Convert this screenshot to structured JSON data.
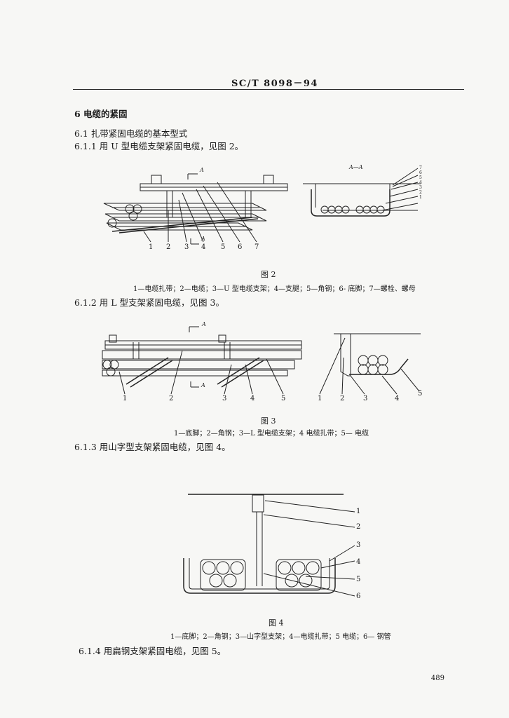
{
  "header": {
    "code": "SC/T 8098－94"
  },
  "section": {
    "title": "6  电缆的紧固",
    "sub_6_1": "6.1  扎带紧固电缆的基本型式",
    "p_6_1_1": "6.1.1  用 U 型电缆支架紧固电缆，见图 2。",
    "p_6_1_2": "6.1.2  用 L 型支架紧固电缆，见图 3。",
    "p_6_1_3": "6.1.3  用山字型支架紧固电缆，见图 4。",
    "p_6_1_4": "6.1.4  用扁钢支架紧固电缆，见图 5。"
  },
  "fig2": {
    "title": "图 2",
    "caption": "1—电缆扎带；2—电缆；3—U 型电缆支架；4—支腿；5—角钢；6- 底脚；7—螺栓、螺母",
    "section_mark": "A",
    "section_title": "A—A",
    "labels": [
      "1",
      "2",
      "3",
      "4",
      "5",
      "6",
      "7"
    ]
  },
  "fig3": {
    "title": "图 3",
    "caption": "1—底脚；2—角钢；3—L 型电缆支架；4  电缆扎带；5— 电缆",
    "section_mark": "A",
    "labels": [
      "1",
      "2",
      "3",
      "4",
      "5"
    ]
  },
  "fig4": {
    "title": "图 4",
    "caption": "1—底脚；2—角钢；3—山字型支架；4—电缆扎带；5  电缆；6— 钢管",
    "labels": [
      "1",
      "2",
      "3",
      "4",
      "5",
      "6"
    ]
  },
  "page_number": "489"
}
